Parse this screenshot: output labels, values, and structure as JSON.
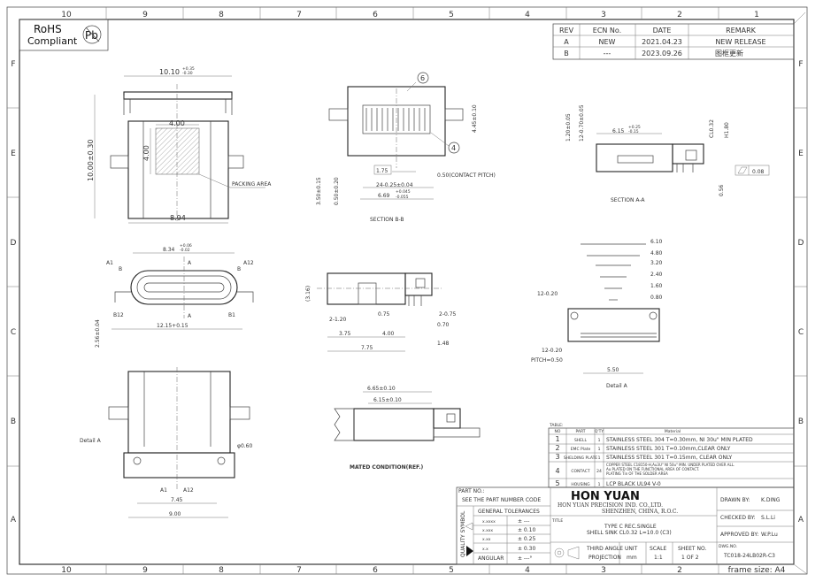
{
  "frame": {
    "columns": [
      "10",
      "9",
      "8",
      "7",
      "6",
      "5",
      "4",
      "3",
      "2",
      "1"
    ],
    "rows": [
      "F",
      "E",
      "D",
      "C",
      "B",
      "A"
    ],
    "frame_size": "frame size: A4"
  },
  "rohs": {
    "line1": "RoHS",
    "line2": "Compliant",
    "pb": "Pb"
  },
  "revision_table": {
    "headers": [
      "REV",
      "ECN No.",
      "DATE",
      "REMARK"
    ],
    "rows": [
      [
        "A",
        "NEW",
        "2021.04.23",
        "NEW RELEASE"
      ],
      [
        "B",
        "---",
        "2023.09.26",
        "图框更新"
      ]
    ]
  },
  "views": {
    "top": {
      "width": "10.10",
      "width_tol_up": "+0.35",
      "width_tol_dn": "-0.30",
      "height": "10.00±0.30",
      "pack_w": "4.00",
      "pack_h": "4.00",
      "packing_label": "PACKING AREA",
      "bottom": "8.94"
    },
    "section_bb": {
      "balloon6": "6",
      "balloon4": "4",
      "h1": "4.45±0.10",
      "h2": "3.50±0.15",
      "h3": "0.50±0.20",
      "d1": "1.75",
      "pitch": "0.50(CONTACT PITCH)",
      "d2": "24-0.25±0.04",
      "d3": "6.69",
      "d3_up": "+0.045",
      "d3_dn": "-0.055",
      "title": "SECTION B-B"
    },
    "section_aa": {
      "v1": "1.20±0.05",
      "v2": "12-0.70±0.05",
      "w": "6.15",
      "w_up": "+0.25",
      "w_dn": "-0.15",
      "cl": "CL0.32",
      "h": "H1.80",
      "flat": "0.08",
      "b": "0.56",
      "title": "SECTION A-A"
    },
    "front": {
      "w": "8.34",
      "w_up": "+0.06",
      "w_dn": "-0.02",
      "a1": "A1",
      "a12": "A12",
      "b12": "B12",
      "b1": "B1",
      "b": "B",
      "a": "A",
      "w2": "12.15+0.15",
      "h": "2.56±0.04"
    },
    "side": {
      "h": "(3.16)",
      "d1": "2-1.20",
      "d2": "0.75",
      "d3": "2-0.75",
      "d4": "0.70",
      "d5": "3.75",
      "d6": "4.00",
      "d7": "7.75",
      "d8": "1.48"
    },
    "detail_a": {
      "dims": [
        "6.10",
        "4.80",
        "3.20",
        "2.40",
        "1.60",
        "0.80"
      ],
      "l1": "12-0.20",
      "l2": "12-0.20",
      "pitch": "PITCH=0.50",
      "w": "5.50",
      "title": "Detail A"
    },
    "bottom": {
      "detail": "Detail A",
      "hole": "φ0.60",
      "a1": "A1",
      "a12": "A12",
      "w1": "7.45",
      "w2": "9.00"
    },
    "mated": {
      "d1": "6.65±0.10",
      "d2": "6.15±0.10",
      "title": "MATED CONDITION(REF.)"
    }
  },
  "material_table": {
    "label": "TABLE:",
    "headers": [
      "NO",
      "PART",
      "Q'TY",
      "Material"
    ],
    "rows": [
      [
        "1",
        "SHELL",
        "1",
        "STAINLESS STEEL 304 T=0.30mm, NI 30u\" MIN PLATED"
      ],
      [
        "2",
        "EMC Plate",
        "1",
        "STAINLESS STEEL 301 T=0.10mm,CLEAR ONLY"
      ],
      [
        "3",
        "SHELDING PLATE",
        "1",
        "STAINLESS STEEL 301 T=0.15mm, CLEAR ONLY"
      ],
      [
        "4",
        "CONTACT",
        "24",
        "COPPER STEEL C18150-H,Au3U\" NI 50u\" MIN. UNDER PLATED OVER ALL.",
        "Au PLATED ON THE FUNCTIONAL AREA OF CONTACT.",
        "PLATING Tin OF THE SOLDER AREA"
      ],
      [
        "5",
        "HOUSING",
        "1",
        "LCP BLACK UL94 V-0"
      ]
    ]
  },
  "title_block": {
    "part_no_label": "PART NO.:",
    "part_no_value": "SEE THE PART NUMBER CODE",
    "quality_symbol": "QUALITY SYMBOL",
    "tol_header": "GENERAL TOLERANCES",
    "tolerances": [
      [
        "x.xxxx",
        "± ---"
      ],
      [
        "x.xxx",
        "± 0.10"
      ],
      [
        "x.xx",
        "± 0.25"
      ],
      [
        "x.x",
        "± 0.30"
      ],
      [
        "ANGULAR",
        "± ---°"
      ]
    ],
    "company": "HON YUAN",
    "company_full": "HON YUAN PRECISION IND. CO.,LTD.",
    "company_addr": "SHENZHEN, CHINA, R.O.C.",
    "title_label": "TITLE",
    "title_line1": "TYPE C REC.SINGLE",
    "title_line2": "SHELL SINK CL0.32 L=10.0 (C3)",
    "projection_1": "THIRD ANGLE",
    "projection_2": "PROJECTION",
    "unit_label": "UNIT",
    "unit": "mm",
    "scale_label": "SCALE",
    "scale": "1:1",
    "sheet_label": "SHEET NO.",
    "sheet": "1 OF 2",
    "drawn_label": "DRAWN BY:",
    "drawn": "K.DING",
    "checked_label": "CHECKED BY:",
    "checked": "S.L.Li",
    "approved_label": "APPROVED BY:",
    "approved": "W.P.Lu",
    "dwg_label": "DWG.NO.",
    "dwg": "TC018-24LB02R-C3"
  }
}
